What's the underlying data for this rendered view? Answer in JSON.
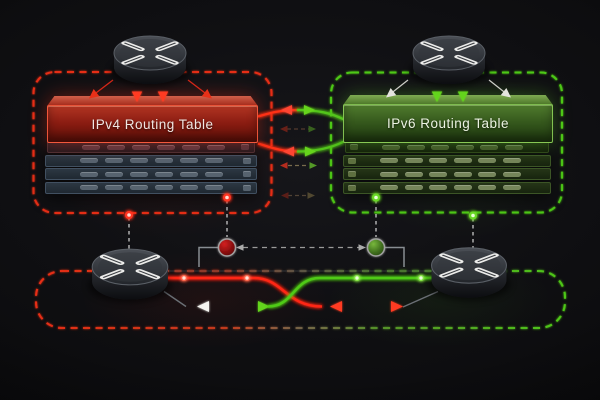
{
  "zones": {
    "ipv4": {
      "label": "IPv4 Routing Table",
      "accent_color": "#e8301c"
    },
    "ipv6": {
      "label": "IPv6 Routing Table",
      "accent_color": "#4ec818"
    },
    "transit": {
      "left_color": "#e8301c",
      "right_color": "#4ec818"
    }
  },
  "tables": {
    "rows_per_table": 4,
    "cells_per_row": 6
  },
  "nodes": {
    "ipv4_node_color": "#a81414",
    "ipv6_node_color": "#4d7d24",
    "connector_color": "#9a9a9a"
  },
  "paths": {
    "ipv4_flow_color": "#ff2812",
    "ipv6_flow_color": "#52c41c",
    "neutral_flow_color": "#e8e8e4"
  },
  "icons": {
    "router": "router-icon",
    "ipv4_node": "ipv4-node-dot",
    "ipv6_node": "ipv6-node-dot"
  },
  "background_color": "#0b0b0d"
}
